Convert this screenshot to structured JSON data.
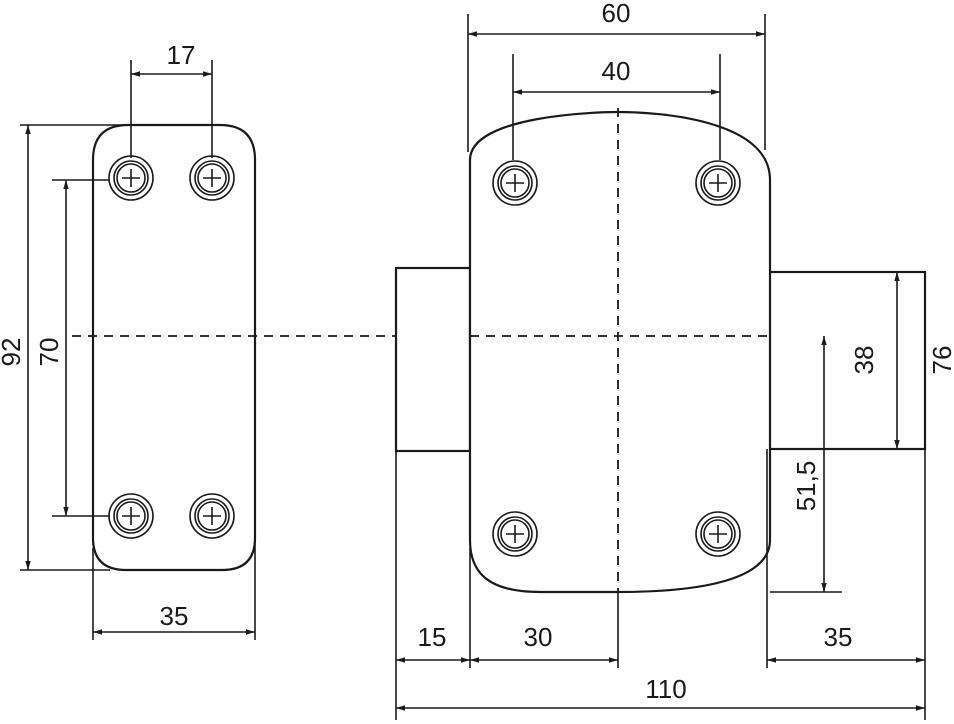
{
  "dimensions": {
    "left_view": {
      "hole_spacing_horizontal": "17",
      "overall_height": "92",
      "hole_spacing_vertical": "70",
      "width": "35"
    },
    "right_view": {
      "overall_width_top": "60",
      "hole_spacing_horizontal": "40",
      "side_block_height": "38",
      "side_block_overall": "76",
      "center_to_bottom": "51,5",
      "left_offset": "15",
      "center_offset": "30",
      "right_width": "35",
      "overall_length": "110"
    }
  }
}
